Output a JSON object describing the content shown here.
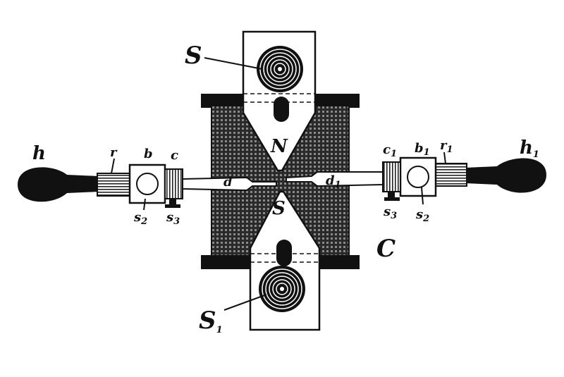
{
  "labels": {
    "s_top": "S",
    "n_center": "N",
    "s_center": "S",
    "c_core": "C",
    "s1_bottom": {
      "main": "S",
      "sub": "1"
    },
    "h_left": "h",
    "r_left": "r",
    "b_left": "b",
    "c_left": "c",
    "d_left": "d",
    "s2_left": {
      "main": "s",
      "sub": "2"
    },
    "s3_left": {
      "main": "s",
      "sub": "3"
    },
    "h1_right": {
      "main": "h",
      "sub": "1"
    },
    "r1_right": {
      "main": "r",
      "sub": "1"
    },
    "b1_right": {
      "main": "b",
      "sub": "1"
    },
    "c1_right": {
      "main": "c",
      "sub": "1"
    },
    "d1_right": {
      "main": "d",
      "sub": "1"
    },
    "s2_right": {
      "main": "s",
      "sub": "2"
    },
    "s3_right": {
      "main": "s",
      "sub": "3"
    }
  },
  "colors": {
    "ink": "#111111",
    "paper": "#ffffff",
    "coil_fill": "#2a2a2a"
  }
}
